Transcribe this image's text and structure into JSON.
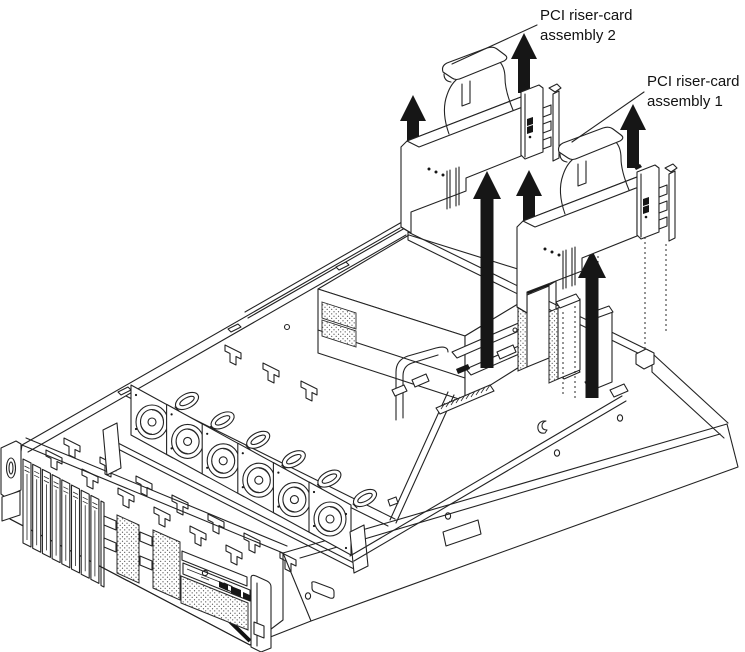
{
  "figure": {
    "background": "#ffffff",
    "ink": "#232323",
    "arrow_color": "#161616",
    "texture": "stipple"
  },
  "callouts": {
    "assembly2": {
      "line1": "PCI riser-card",
      "line2": "assembly 2"
    },
    "assembly1": {
      "line1": "PCI riser-card",
      "line2": "assembly 1"
    }
  },
  "components": {
    "riser_assembly_count": 2,
    "fan_count": 6,
    "drive_bay_count": 8,
    "removal_arrow_count": 6
  }
}
